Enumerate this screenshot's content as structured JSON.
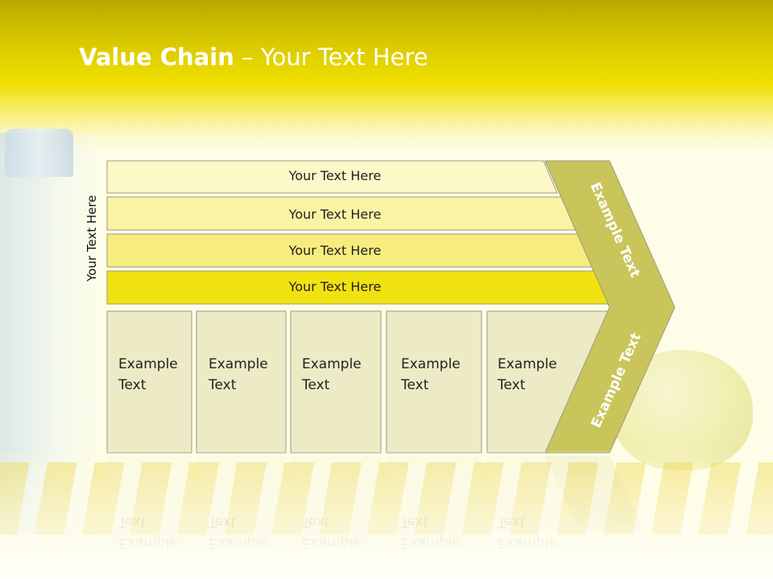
{
  "title": {
    "bold": "Value Chain",
    "rest": " – Your Text Here"
  },
  "side_label": "Your Text Here",
  "rows": [
    {
      "label": "Your Text Here",
      "color": "#fdf8c8"
    },
    {
      "label": "Your Text Here",
      "color": "#fbf3a4"
    },
    {
      "label": "Your Text Here",
      "color": "#f7ec7e"
    },
    {
      "label": "Your Text Here",
      "color": "#f1e212"
    }
  ],
  "boxes": [
    {
      "line1": "Example",
      "line2": "Text"
    },
    {
      "line1": "Example",
      "line2": "Text"
    },
    {
      "line1": "Example",
      "line2": "Text"
    },
    {
      "line1": "Example",
      "line2": "Text"
    },
    {
      "line1": "Example",
      "line2": "Text"
    }
  ],
  "chevron": {
    "top_label": "Example Text",
    "bottom_label": "Example Text",
    "color": "#c9c55a"
  },
  "colors": {
    "box_fill": "#ecebc6",
    "box_border": "#9a9a80",
    "header_yellow": "#efe000"
  }
}
